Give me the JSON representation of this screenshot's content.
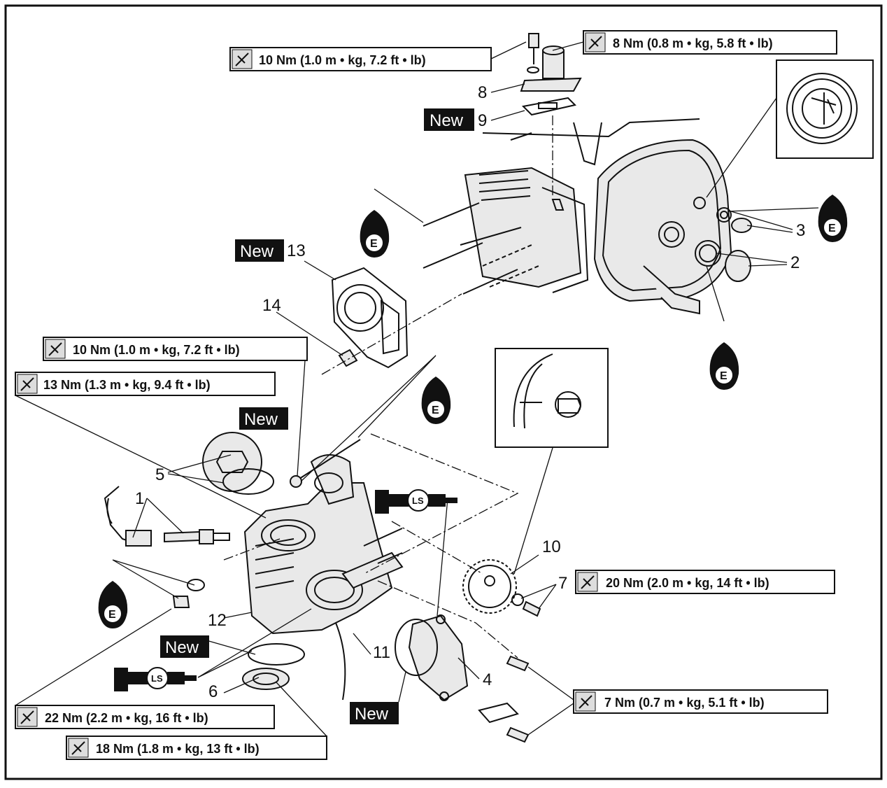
{
  "torque_labels": [
    {
      "id": "t-top-left",
      "text": "10 Nm (1.0 m • kg, 7.2 ft • lb)"
    },
    {
      "id": "t-top-right",
      "text": "8 Nm (0.8 m • kg, 5.8 ft • lb)"
    },
    {
      "id": "t-mid-1",
      "text": "10 Nm (1.0 m • kg, 7.2 ft • lb)"
    },
    {
      "id": "t-mid-2",
      "text": "13 Nm (1.3 m • kg, 9.4 ft • lb)"
    },
    {
      "id": "t-right-20",
      "text": "20 Nm (2.0 m • kg, 14 ft • lb)"
    },
    {
      "id": "t-right-7",
      "text": "7 Nm (0.7 m • kg, 5.1 ft • lb)"
    },
    {
      "id": "t-bottom-22",
      "text": "22 Nm (2.2 m • kg, 16 ft • lb)"
    },
    {
      "id": "t-bottom-18",
      "text": "18 Nm (1.8 m • kg, 13 ft • lb)"
    }
  ],
  "new_label": "New",
  "oil_symbol_letter": "E",
  "lube_symbol_letter": "LS",
  "part_numbers": {
    "p1": "1",
    "p2": "2",
    "p3": "3",
    "p4": "4",
    "p5": "5",
    "p6": "6",
    "p7": "7",
    "p8": "8",
    "p9": "9",
    "p10": "10",
    "p11": "11",
    "p12": "12",
    "p13": "13",
    "p14": "14"
  }
}
